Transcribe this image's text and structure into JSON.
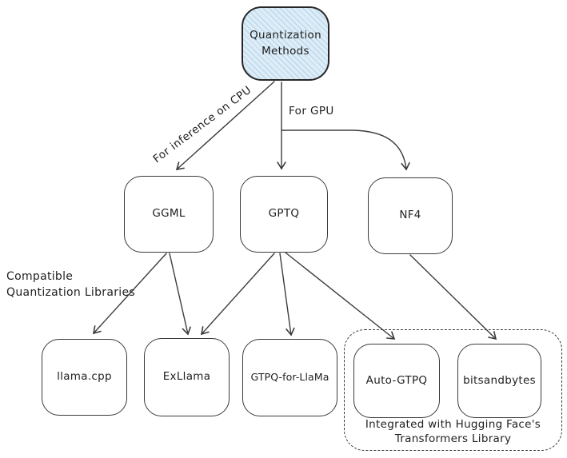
{
  "diagram": {
    "title_node": {
      "label": "Quantization\nMethods"
    },
    "edge_labels": {
      "cpu": "For inference on CPU",
      "gpu": "For GPU"
    },
    "side_label": "Compatible\nQuantization Libraries",
    "nodes": {
      "ggml": {
        "label": "GGML"
      },
      "gptq": {
        "label": "GPTQ"
      },
      "nf4": {
        "label": "NF4"
      },
      "llama_cpp": {
        "label": "llama.cpp"
      },
      "exllama": {
        "label": "ExLlama"
      },
      "gtpq_for_llama": {
        "label": "GTPQ-for-LlaMa"
      },
      "auto_gtpq": {
        "label": "Auto-GTPQ"
      },
      "bitsandbytes": {
        "label": "bitsandbytes"
      }
    },
    "group_caption": "Integrated with Hugging Face's\nTransformers Library",
    "edges": [
      {
        "from": "quantization-methods",
        "to": "ggml",
        "label": "For inference on CPU"
      },
      {
        "from": "quantization-methods",
        "to": "gptq",
        "label": "For GPU"
      },
      {
        "from": "quantization-methods",
        "to": "nf4",
        "label": "For GPU"
      },
      {
        "from": "ggml",
        "to": "llama_cpp"
      },
      {
        "from": "ggml",
        "to": "exllama"
      },
      {
        "from": "gptq",
        "to": "exllama"
      },
      {
        "from": "gptq",
        "to": "gtpq_for_llama"
      },
      {
        "from": "gptq",
        "to": "auto_gtpq"
      },
      {
        "from": "nf4",
        "to": "bitsandbytes"
      }
    ],
    "colors": {
      "background": "#ffffff",
      "stroke": "#3a3a3a",
      "root_fill": "#ddedf8",
      "root_hatch": "#84b2d2",
      "text": "#1f1f1f"
    }
  }
}
